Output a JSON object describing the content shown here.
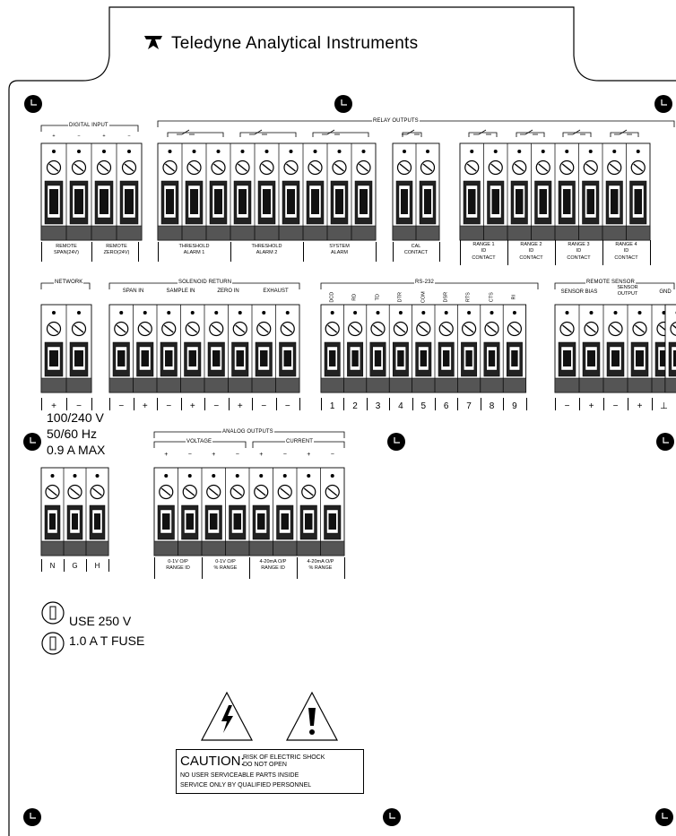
{
  "brand": {
    "name": "Teledyne Analytical Instruments"
  },
  "groups": {
    "digital_input": "DIGITAL INPUT",
    "relay_outputs": "RELAY OUTPUTS",
    "network": "NETWORK",
    "solenoid_return": "SOLENOID RETURN",
    "rs232": "RS-232",
    "remote_sensor": "REMOTE SENSOR",
    "analog_outputs": "ANALOG OUTPUTS",
    "voltage": "VOLTAGE",
    "current": "CURRENT"
  },
  "digital_input": {
    "polarity": [
      "+",
      "−",
      "+",
      "−"
    ],
    "labels": [
      [
        "REMOTE",
        "SPAN(24V)"
      ],
      [
        "REMOTE",
        "ZERO(24V)"
      ]
    ]
  },
  "relay_alarm_labels": [
    [
      "THRESHOLD",
      "ALARM 1"
    ],
    [
      "THRESHOLD",
      "ALARM 2"
    ],
    [
      "SYSTEM",
      "ALARM"
    ]
  ],
  "cal_contact": [
    "CAL",
    "CONTACT"
  ],
  "range_labels": [
    [
      "RANGE 1",
      "ID",
      "CONTACT"
    ],
    [
      "RANGE 2",
      "ID",
      "CONTACT"
    ],
    [
      "RANGE 3",
      "ID",
      "CONTACT"
    ],
    [
      "RANGE 4",
      "ID",
      "CONTACT"
    ]
  ],
  "network": {
    "terms": [
      "+",
      "−"
    ]
  },
  "solenoid": {
    "labels": [
      "SPAN IN",
      "SAMPLE IN",
      "ZERO IN",
      "EXHAUST"
    ],
    "terms": [
      "−",
      "+",
      "−",
      "+",
      "−",
      "+",
      "−",
      "−"
    ]
  },
  "rs232": {
    "signals": [
      "DCD",
      "RD",
      "TD",
      "DTR",
      "COM",
      "DSR",
      "RTS",
      "CTS",
      "RI"
    ],
    "pins": [
      "1",
      "2",
      "3",
      "4",
      "5",
      "6",
      "7",
      "8",
      "9"
    ]
  },
  "remote_sensor": {
    "labels": [
      "SENSOR BIAS",
      "SENSOR OUTPUT",
      "GND"
    ],
    "terms": [
      "−",
      "+",
      "−",
      "+",
      "⊥"
    ]
  },
  "power": {
    "voltage": "100/240 V",
    "freq": "50/60 Hz",
    "amps": "0.9 A MAX",
    "terms": [
      "N",
      "G",
      "H"
    ]
  },
  "analog": {
    "polarity": [
      "+",
      "−",
      "+",
      "−",
      "+",
      "−",
      "+",
      "−"
    ],
    "labels": [
      [
        "0-1V O/P",
        "RANGE ID"
      ],
      [
        "0-1V O/P",
        "% RANGE"
      ],
      [
        "4-20mA O/P",
        "RANGE ID"
      ],
      [
        "4-20mA O/P",
        "% RANGE"
      ]
    ]
  },
  "fuse": {
    "line1": "USE 250 V",
    "line2": "1.0 A T FUSE"
  },
  "caution": {
    "title": "CAUTION:",
    "risk1": "RISK OF ELECTRIC SHOCK",
    "risk2": "DO NOT OPEN",
    "line1": "NO USER SERVICEABLE PARTS INSIDE",
    "line2": "SERVICE ONLY BY QUALIFIED PERSONNEL"
  }
}
